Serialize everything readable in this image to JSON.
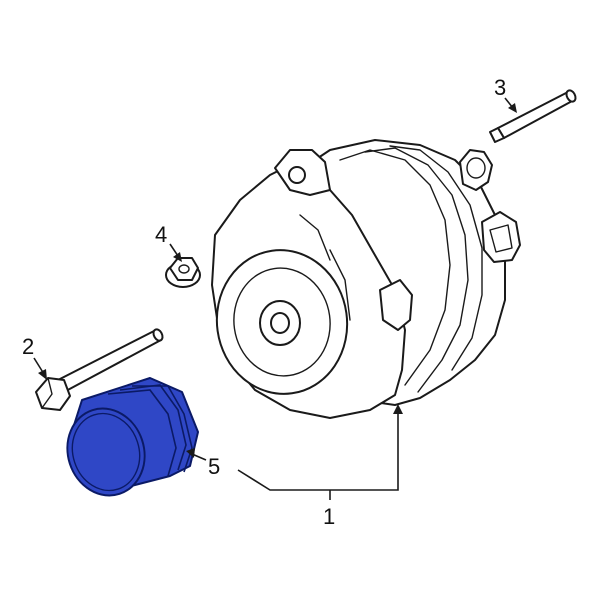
{
  "callouts": {
    "alternator": "1",
    "pulley_bolt": "2",
    "mount_stud": "3",
    "nut": "4",
    "pulley": "5"
  },
  "colors": {
    "highlight_fill": "#2f47c6",
    "highlight_stroke": "#0b1a66",
    "line": "#1a1a1a",
    "background": "#ffffff"
  }
}
